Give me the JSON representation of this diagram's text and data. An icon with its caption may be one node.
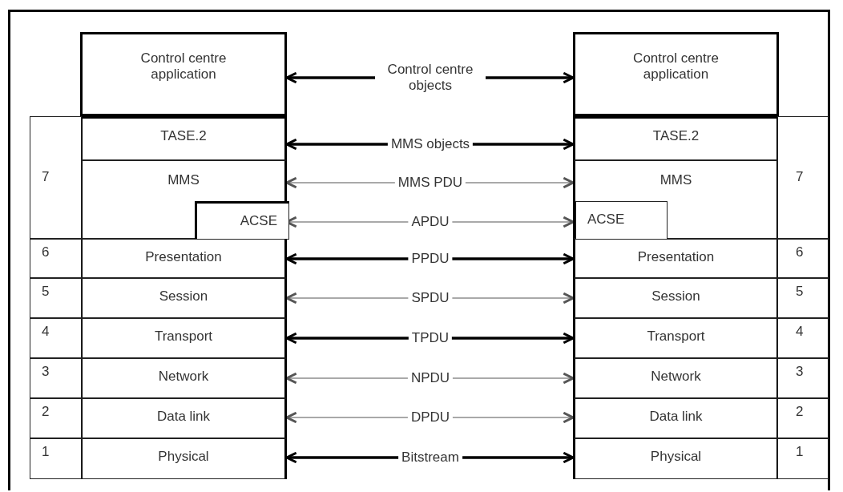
{
  "diagram": {
    "nodes": [
      {
        "text": [
          "Control centre application"
        ]
      },
      {
        "text": [
          "TASE.2"
        ]
      },
      {
        "text": [
          "MMS"
        ]
      },
      {
        "text": [
          "ACSE"
        ],
        "in": 2
      },
      {
        "text": [
          "Presentation"
        ]
      },
      {
        "text": [
          "Session"
        ]
      },
      {
        "text": [
          "Transport"
        ]
      },
      {
        "text": [
          "Network"
        ]
      },
      {
        "text": [
          "Data link"
        ]
      },
      {
        "text": [
          "Physical"
        ]
      },
      {
        "text": [
          "Control centre application"
        ]
      },
      {
        "text": [
          "TASE.2"
        ]
      },
      {
        "text": [
          "MMS"
        ]
      },
      {
        "text": [
          "ACSE"
        ],
        "in": 12
      },
      {
        "text": [
          "Presentation"
        ]
      },
      {
        "text": [
          "Session"
        ]
      },
      {
        "text": [
          "Transport"
        ]
      },
      {
        "text": [
          "Network"
        ]
      },
      {
        "text": [
          "Data link"
        ]
      },
      {
        "text": [
          "Physical"
        ]
      }
    ],
    "edges": [
      {
        "from": 0,
        "to": 10,
        "arrow": "both",
        "label": "Control centre objects",
        "style": "thick"
      },
      {
        "from": 1,
        "to": 11,
        "arrow": "both",
        "label": "MMS objects",
        "style": "thick"
      },
      {
        "from": 2,
        "to": 12,
        "arrow": "both",
        "label": "MMS PDU"
      },
      {
        "from": 3,
        "to": 13,
        "arrow": "both",
        "label": "APDU"
      },
      {
        "from": 4,
        "to": 14,
        "arrow": "both",
        "label": "PPDU",
        "style": "thick"
      },
      {
        "from": 5,
        "to": 15,
        "arrow": "both",
        "label": "SPDU"
      },
      {
        "from": 6,
        "to": 16,
        "arrow": "both",
        "label": "TPDU",
        "style": "thick"
      },
      {
        "from": 7,
        "to": 17,
        "arrow": "both",
        "label": "NPDU"
      },
      {
        "from": 8,
        "to": 18,
        "arrow": "both",
        "label": "DPDU"
      },
      {
        "from": 9,
        "to": 19,
        "arrow": "both",
        "label": "Bitstream",
        "style": "thick"
      }
    ],
    "labels": [
      "7",
      "7",
      "6",
      "6",
      "5",
      "5",
      "4",
      "4",
      "3",
      "3",
      "2",
      "2",
      "1",
      "1"
    ]
  }
}
